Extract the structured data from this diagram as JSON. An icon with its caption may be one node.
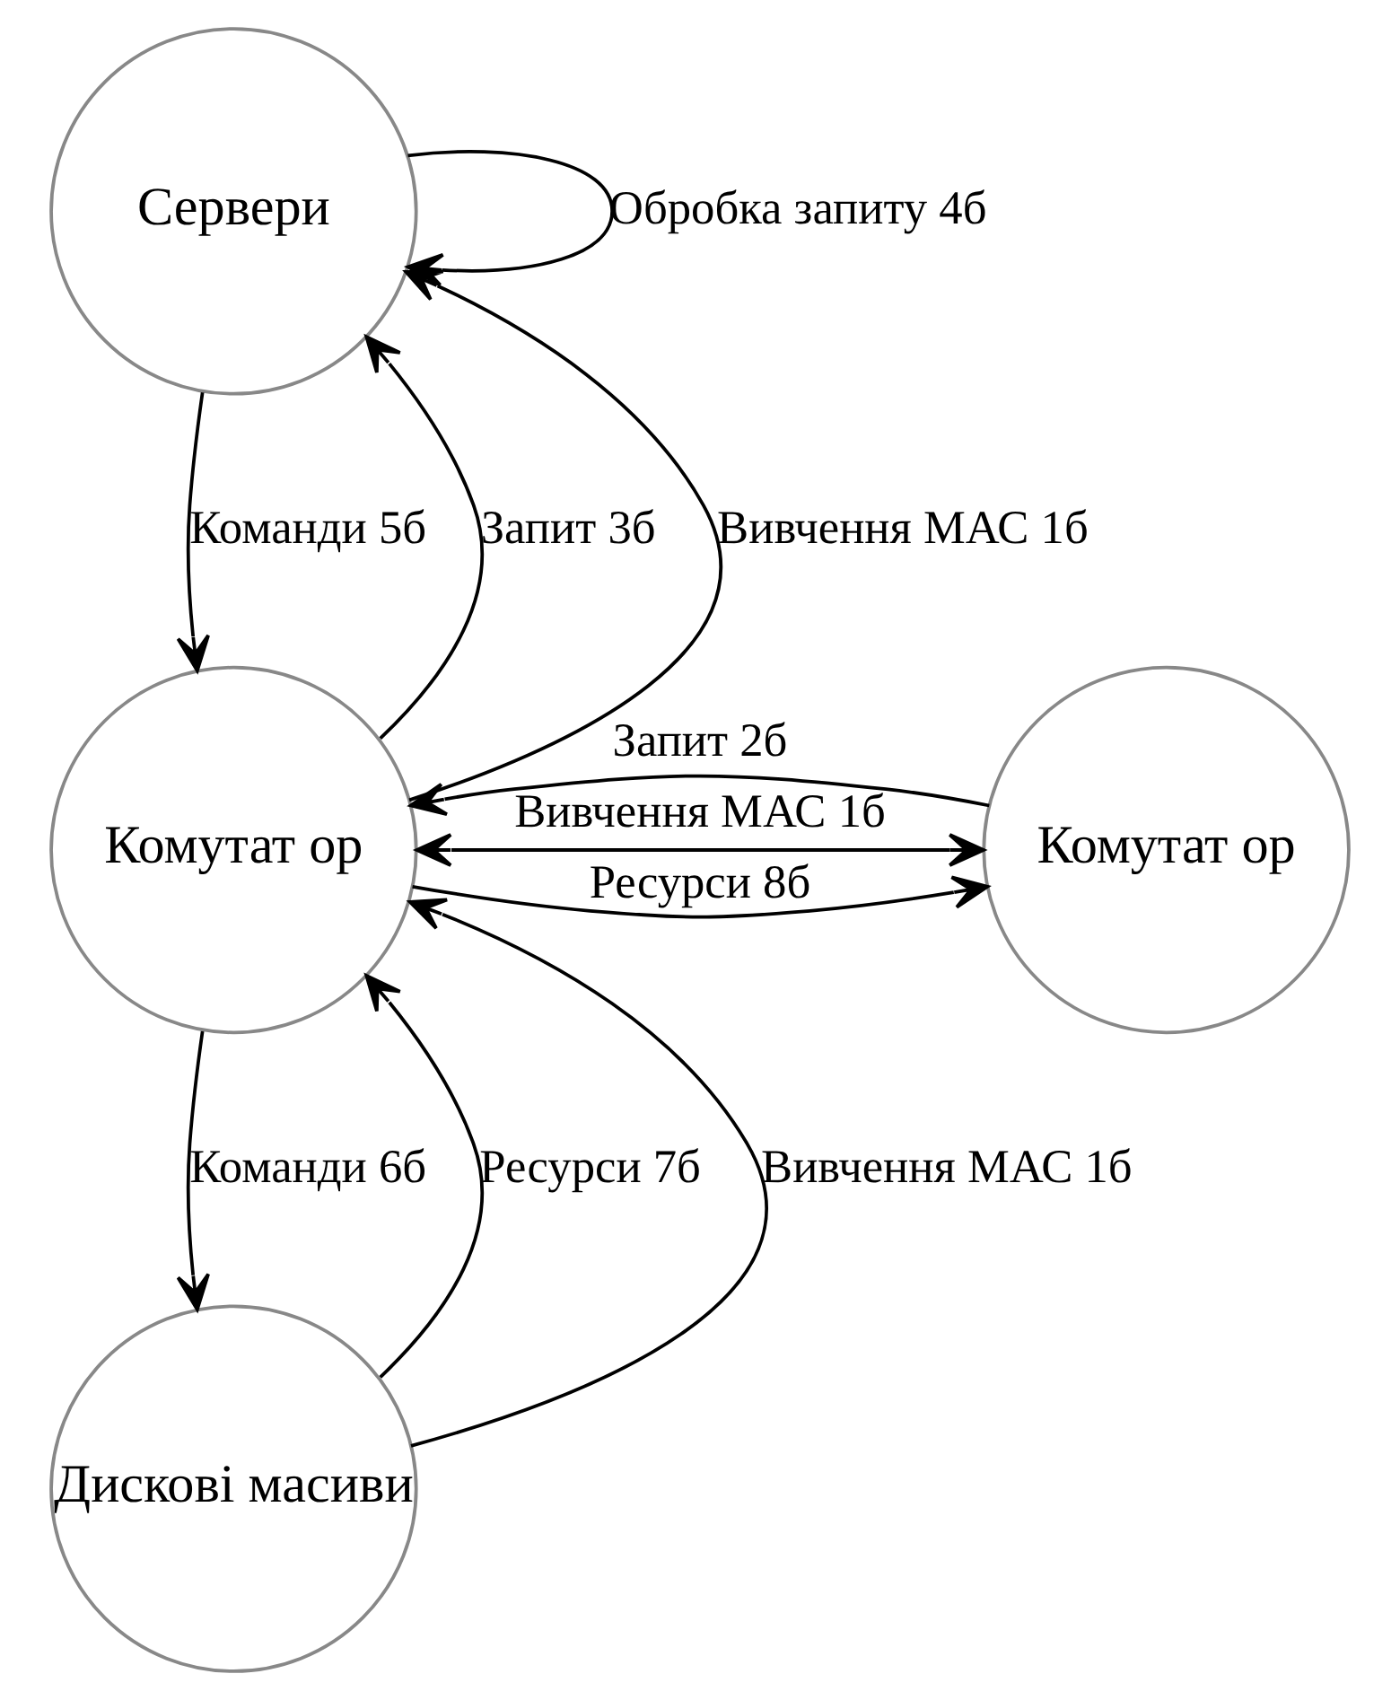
{
  "diagram": {
    "nodes": [
      {
        "text": [
          "Сервери"
        ]
      },
      {
        "text": [
          "Комутат ор"
        ]
      },
      {
        "text": [
          "Комутат ор"
        ]
      },
      {
        "text": [
          "Дискові масиви"
        ]
      }
    ],
    "edges": [
      {
        "from": 0,
        "to": 0,
        "arrow": "to",
        "label": "Обробка запиту 4б"
      },
      {
        "from": 1,
        "to": 0,
        "arrow": "to",
        "label": "Запит 3б"
      },
      {
        "from": 1,
        "to": 0,
        "arrow": "to",
        "label": "Вивчення МАС 1б"
      },
      {
        "from": 0,
        "to": 1,
        "arrow": "to",
        "label": "Команди 5б"
      },
      {
        "from": 1,
        "to": 2,
        "arrow": "to",
        "label": "Ресурси 8б"
      },
      {
        "from": 1,
        "to": 2,
        "arrow": "both",
        "label": "Вивчення МАС 1б"
      },
      {
        "from": 2,
        "to": 1,
        "arrow": "to",
        "label": "Запит 2б"
      },
      {
        "from": 3,
        "to": 1,
        "arrow": "to",
        "label": "Ресурси 7б"
      },
      {
        "from": 3,
        "to": 1,
        "arrow": "to",
        "label": "Вивчення МАС 1б"
      },
      {
        "from": 1,
        "to": 3,
        "arrow": "to",
        "label": "Команди 6б"
      }
    ]
  }
}
